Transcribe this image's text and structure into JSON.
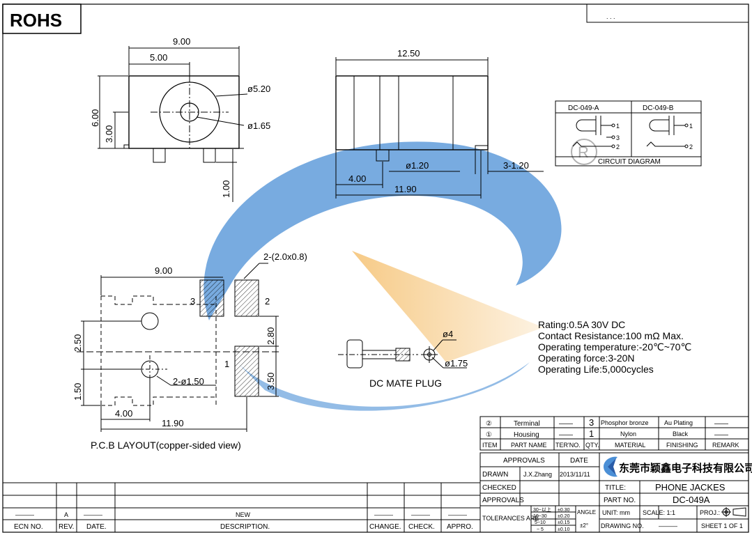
{
  "header": {
    "rohs": "ROHS",
    "corner": ". . ."
  },
  "front_view": {
    "w900": "9.00",
    "w500": "5.00",
    "d520": "ø5.20",
    "d165": "ø1.65",
    "h600": "6.00",
    "h300": "3.00",
    "h100": "1.00"
  },
  "side_view": {
    "w1250": "12.50",
    "d120": "ø1.20",
    "w400": "4.00",
    "w1190": "11.90",
    "t3120": "3-1.20"
  },
  "circuit": {
    "col_a": "DC-049-A",
    "col_b": "DC-049-B",
    "caption": "CIRCUIT DIAGRAM",
    "p1": "1",
    "p2": "2",
    "p3": "3"
  },
  "pcb": {
    "pads": "2-(2.0x0.8)",
    "w900": "9.00",
    "n3": "3",
    "n2": "2",
    "n1": "1",
    "v250": "2.50",
    "v280": "2.80",
    "v150": "1.50",
    "v350": "3.50",
    "holes": "2-ø1.50",
    "w400": "4.00",
    "w1190": "11.90",
    "caption": "P.C.B LAYOUT(copper-sided view)"
  },
  "plug": {
    "d4": "ø4",
    "d175": "ø1.75",
    "caption": "DC MATE PLUG"
  },
  "specs": [
    "Rating:0.5A 30V DC",
    "Contact Resistance:100 mΩ Max.",
    "Operating temperature:-20℃~70℃",
    "Operating force:3-20N",
    "Operating Life:5,000cycles"
  ],
  "bom": {
    "rows": [
      {
        "item": "②",
        "name": "Terminal",
        "ter": "——",
        "qty": "3",
        "material": "Phosphor bronze",
        "finishing": "Au Plating",
        "remark": "——"
      },
      {
        "item": "①",
        "name": "Housing",
        "ter": "——",
        "qty": "1",
        "material": "Nylon",
        "finishing": "Black",
        "remark": "——"
      }
    ],
    "headers": {
      "item": "ITEM",
      "name": "PART NAME",
      "ter": "TER'NO.",
      "qty": "QTY.",
      "material": "MATERIAL",
      "finishing": "FINISHING",
      "remark": "REMARK"
    }
  },
  "title_block": {
    "approvals": "APPROVALS",
    "date": "DATE",
    "drawn": "DRAWN",
    "drawn_by": "J.X.Zhang",
    "drawn_date": "2013/11/11",
    "checked": "CHECKED",
    "approvals2": "APPROVALS",
    "company": "东莞市颖鑫电子科技有限公司",
    "title_label": "TITLE:",
    "title": "PHONE JACKES",
    "part_label": "PART NO.",
    "part": "DC-049A",
    "tol_label": "TOLERANCES ARE",
    "tol1a": "30~以上",
    "tol1b": "±0.30",
    "tol2a": "10~30",
    "tol2b": "±0.20",
    "tol3a": "5~10",
    "tol3b": "±0.15",
    "tol4a": "~ 5",
    "tol4b": "±0.10",
    "angle": "ANGLE",
    "angle_val": "±2°",
    "unit": "UNIT: mm",
    "scale": "SCALE:  1:1",
    "proj": "PROJ.:",
    "drawing_no": "DRAWING NO.",
    "drawing_dash": "———",
    "sheet": "SHEET  1  OF  1"
  },
  "revision": {
    "rev_a": "A",
    "new": "NEW",
    "headers": {
      "ecn": "ECN NO.",
      "rev": "REV.",
      "date": "DATE.",
      "desc": "DESCRIPTION.",
      "change": "CHANGE.",
      "check": "CHECK.",
      "appro": "APPRO."
    },
    "dash": "———"
  },
  "colors": {
    "watermark_blue": "#4b8fd6",
    "watermark_orange": "#f5c171",
    "hatch": "#000000"
  }
}
